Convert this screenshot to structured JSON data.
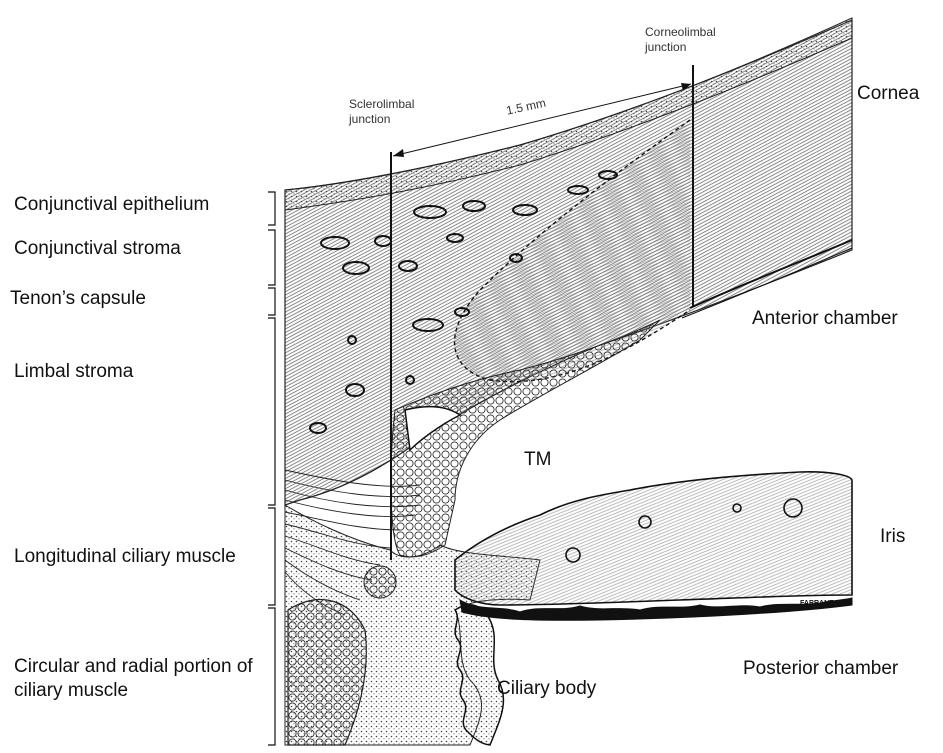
{
  "left_labels": {
    "conj_epithelium": "Conjunctival epithelium",
    "conj_stroma": "Conjunctival stroma",
    "tenons": "Tenon’s capsule",
    "limbal_stroma": "Limbal stroma",
    "long_ciliary": "Longitudinal ciliary muscle",
    "circ_radial": "Circular and radial portion of ciliary muscle"
  },
  "right_labels": {
    "cornea": "Cornea",
    "anterior_chamber": "Anterior chamber",
    "iris": "Iris",
    "posterior_chamber": "Posterior chamber"
  },
  "inline_labels": {
    "tm": "TM",
    "ciliary_body": "Ciliary body",
    "sclerolimbal": "Sclerolimbal junction",
    "corneolimbal": "Corneolimbal junction",
    "distance": "1.5 mm",
    "signature": "FARRANT"
  },
  "colors": {
    "ink": "#111111",
    "paper": "#ffffff"
  }
}
